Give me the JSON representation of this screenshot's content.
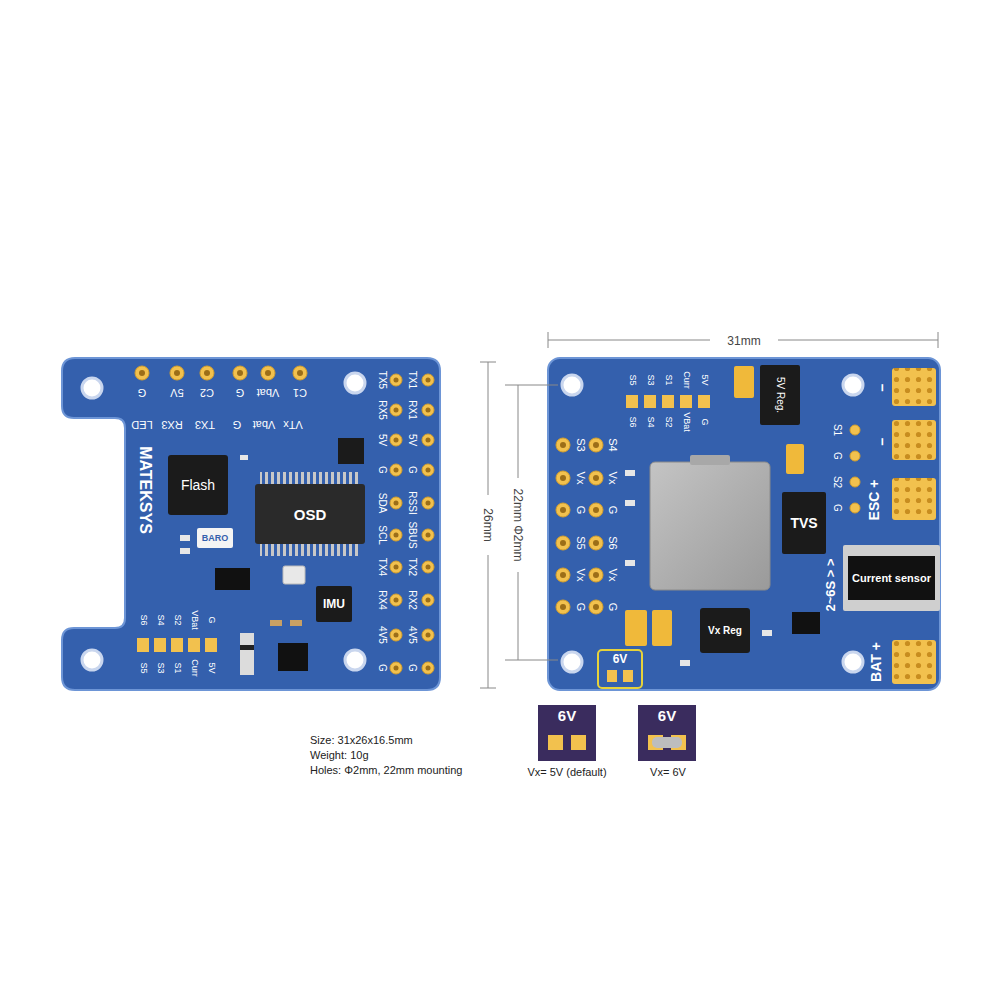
{
  "diagram": {
    "nodes": [
      {
        "text": [
          "Flash"
        ]
      },
      {
        "text": [
          "OSD"
        ]
      },
      {
        "text": [
          "BARO"
        ]
      },
      {
        "text": [
          "IMU"
        ]
      },
      {
        "text": [
          "5V Reg."
        ]
      },
      {
        "text": [
          "TVS"
        ]
      },
      {
        "text": [
          "Current sensor"
        ]
      },
      {
        "text": [
          "Vx Reg"
        ]
      },
      {
        "text": [
          "6V"
        ]
      },
      {
        "text": [
          "6V"
        ]
      },
      {
        "text": [
          "6V"
        ]
      }
    ],
    "labels": [
      "G",
      "5V",
      "C2",
      "G",
      "Vbat",
      "C1",
      "LED",
      "RX3",
      "TX3",
      "G",
      "Vbat",
      "VTx",
      "TX5",
      "TX1",
      "RX5",
      "RX1",
      "5V",
      "5V",
      "G",
      "G",
      "SDA",
      "RSSI",
      "SCL",
      "SBUS",
      "TX4",
      "TX2",
      "RX4",
      "RX2",
      "4V5",
      "4V5",
      "G",
      "G",
      "MATEKSYS",
      "S6",
      "S4",
      "S2",
      "VBat",
      "G",
      "S5",
      "S3",
      "S1",
      "Curr",
      "5V",
      "S5",
      "S3",
      "S1",
      "Curr",
      "5V",
      "S6",
      "S4",
      "S2",
      "VBat",
      "G",
      "S3",
      "S4",
      "Vx",
      "Vx",
      "G",
      "G",
      "S5",
      "S6",
      "Vx",
      "Vx",
      "G",
      "G",
      "S1",
      "G",
      "S2",
      "G",
      "ESC +",
      "−",
      "−",
      "2~6S > >",
      "BAT +",
      "31mm",
      "26mm",
      "22mm Φ2mm",
      "Size: 31x26x16.5mm",
      "Weight: 10g",
      "Holes: Φ2mm, 22mm mounting",
      "Vx= 5V (default)",
      "Vx= 6V"
    ]
  }
}
